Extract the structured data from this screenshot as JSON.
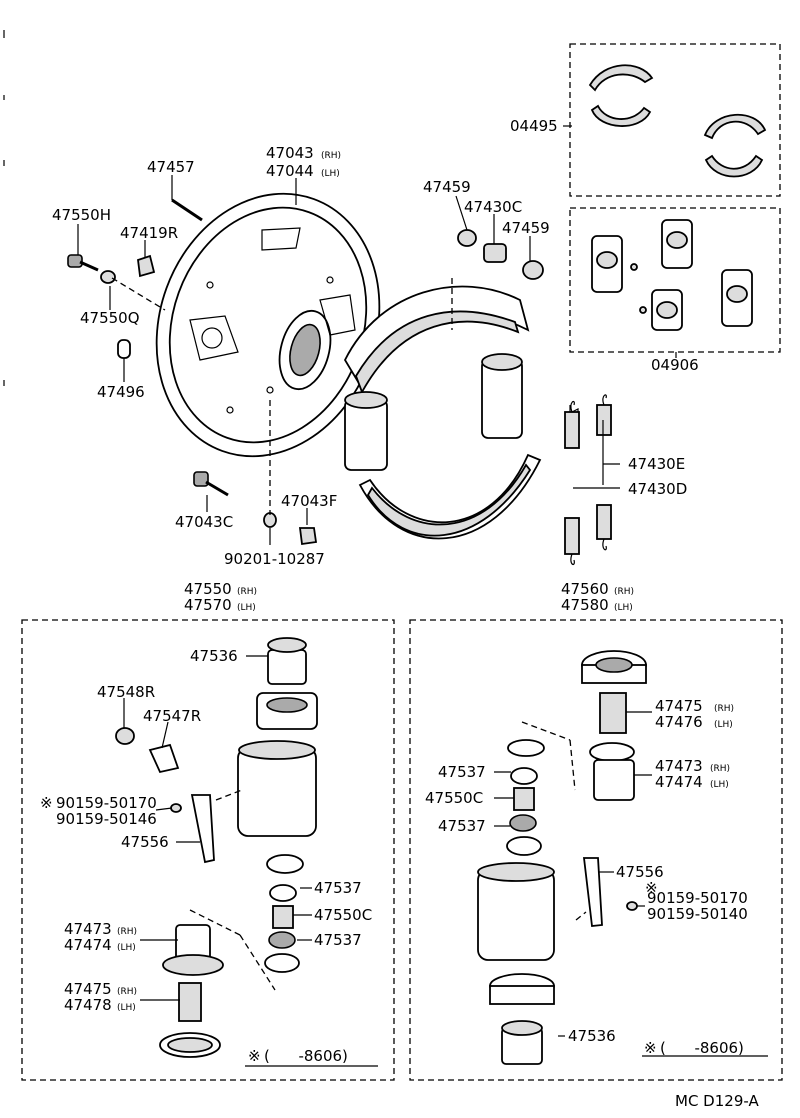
{
  "labels": {
    "p47043": "47043",
    "p47043_side": "(RH)",
    "p47044": "47044",
    "p47044_side": "(LH)",
    "p47457": "47457",
    "p47550H": "47550H",
    "p47419R": "47419R",
    "p47550Q": "47550Q",
    "p47496": "47496",
    "p47459_a": "47459",
    "p47430C": "47430C",
    "p47459_b": "47459",
    "p04495": "04495",
    "p04906": "04906",
    "p47430E": "47430E",
    "p47430D": "47430D",
    "p47043C": "47043C",
    "p47043F": "47043F",
    "p90201": "90201-10287",
    "p47550": "47550",
    "p47550_side": "(RH)",
    "p47570": "47570",
    "p47570_side": "(LH)",
    "p47560": "47560",
    "p47560_side": "(RH)",
    "p47580": "47580",
    "p47580_side": "(LH)",
    "L_47536": "47536",
    "L_47548R": "47548R",
    "L_47547R": "47547R",
    "L_90159_50170": "90159-50170",
    "L_90159_50146": "90159-50146",
    "L_47556": "47556",
    "L_47537_a": "47537",
    "L_47550C": "47550C",
    "L_47537_b": "47537",
    "L_47473": "47473",
    "L_47473_side": "(RH)",
    "L_47474": "47474",
    "L_47474_side": "(LH)",
    "L_47475": "47475",
    "L_47475_side": "(RH)",
    "L_47478": "47478",
    "L_47478_side": "(LH)",
    "L_range": "(      -8606)",
    "R_47475": "47475",
    "R_47475_side": "(RH)",
    "R_47476": "47476",
    "R_47476_side": "(LH)",
    "R_47537_a": "47537",
    "R_47473": "47473",
    "R_47473_side": "(RH)",
    "R_47474": "47474",
    "R_47474_side": "(LH)",
    "R_47550C": "47550C",
    "R_47537_b": "47537",
    "R_47556": "47556",
    "R_90159_50170": "90159-50170",
    "R_90159_50140": "90159-50140",
    "R_47536": "47536",
    "R_range": "(      -8606)",
    "footer": "MC D129-A"
  },
  "icons": {
    "mark": "asterisk-mark-icon"
  }
}
